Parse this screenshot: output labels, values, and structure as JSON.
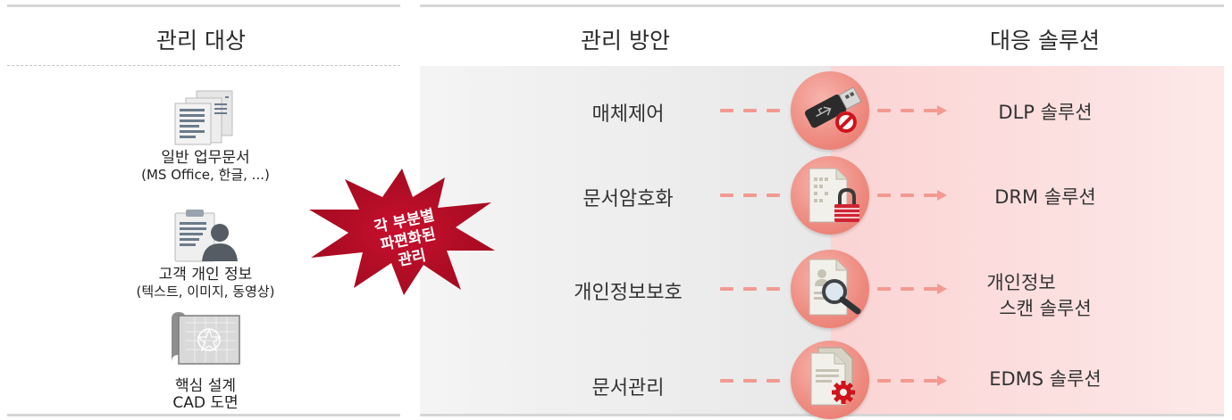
{
  "headers": {
    "targets": "관리 대상",
    "methods": "관리 방안",
    "solutions": "대응 솔루션"
  },
  "targets": [
    {
      "line1": "일반 업무문서",
      "line2": "(MS Office, 한글, ...)",
      "icon": "document-stack-icon"
    },
    {
      "line1": "고객 개인 정보",
      "line2": "(텍스트, 이미지, 동영상)",
      "icon": "personal-info-icon"
    },
    {
      "line1": "핵심 설계",
      "line2": "CAD 도면",
      "icon": "cad-blueprint-icon"
    }
  ],
  "burst": {
    "lines": [
      "각 부분별",
      "파편화된",
      "관리"
    ]
  },
  "rows": [
    {
      "method": "매체제어",
      "solution_line1": "DLP 솔루션",
      "solution_line2": "",
      "icon": "usb-blocked-icon"
    },
    {
      "method": "문서암호화",
      "solution_line1": "DRM 솔루션",
      "solution_line2": "",
      "icon": "locked-document-icon"
    },
    {
      "method": "개인정보보호",
      "solution_line1": "개인정보",
      "solution_line2": "스캔 솔루션",
      "icon": "document-search-icon"
    },
    {
      "method": "문서관리",
      "solution_line1": "EDMS 솔루션",
      "solution_line2": "",
      "icon": "document-gear-icon"
    }
  ],
  "colors": {
    "accent": "#e8392f",
    "arrow": "#f29a92",
    "circle": "#ee8a80",
    "panel_pink": "#fbd4d4",
    "panel_gray": "#ececec"
  }
}
